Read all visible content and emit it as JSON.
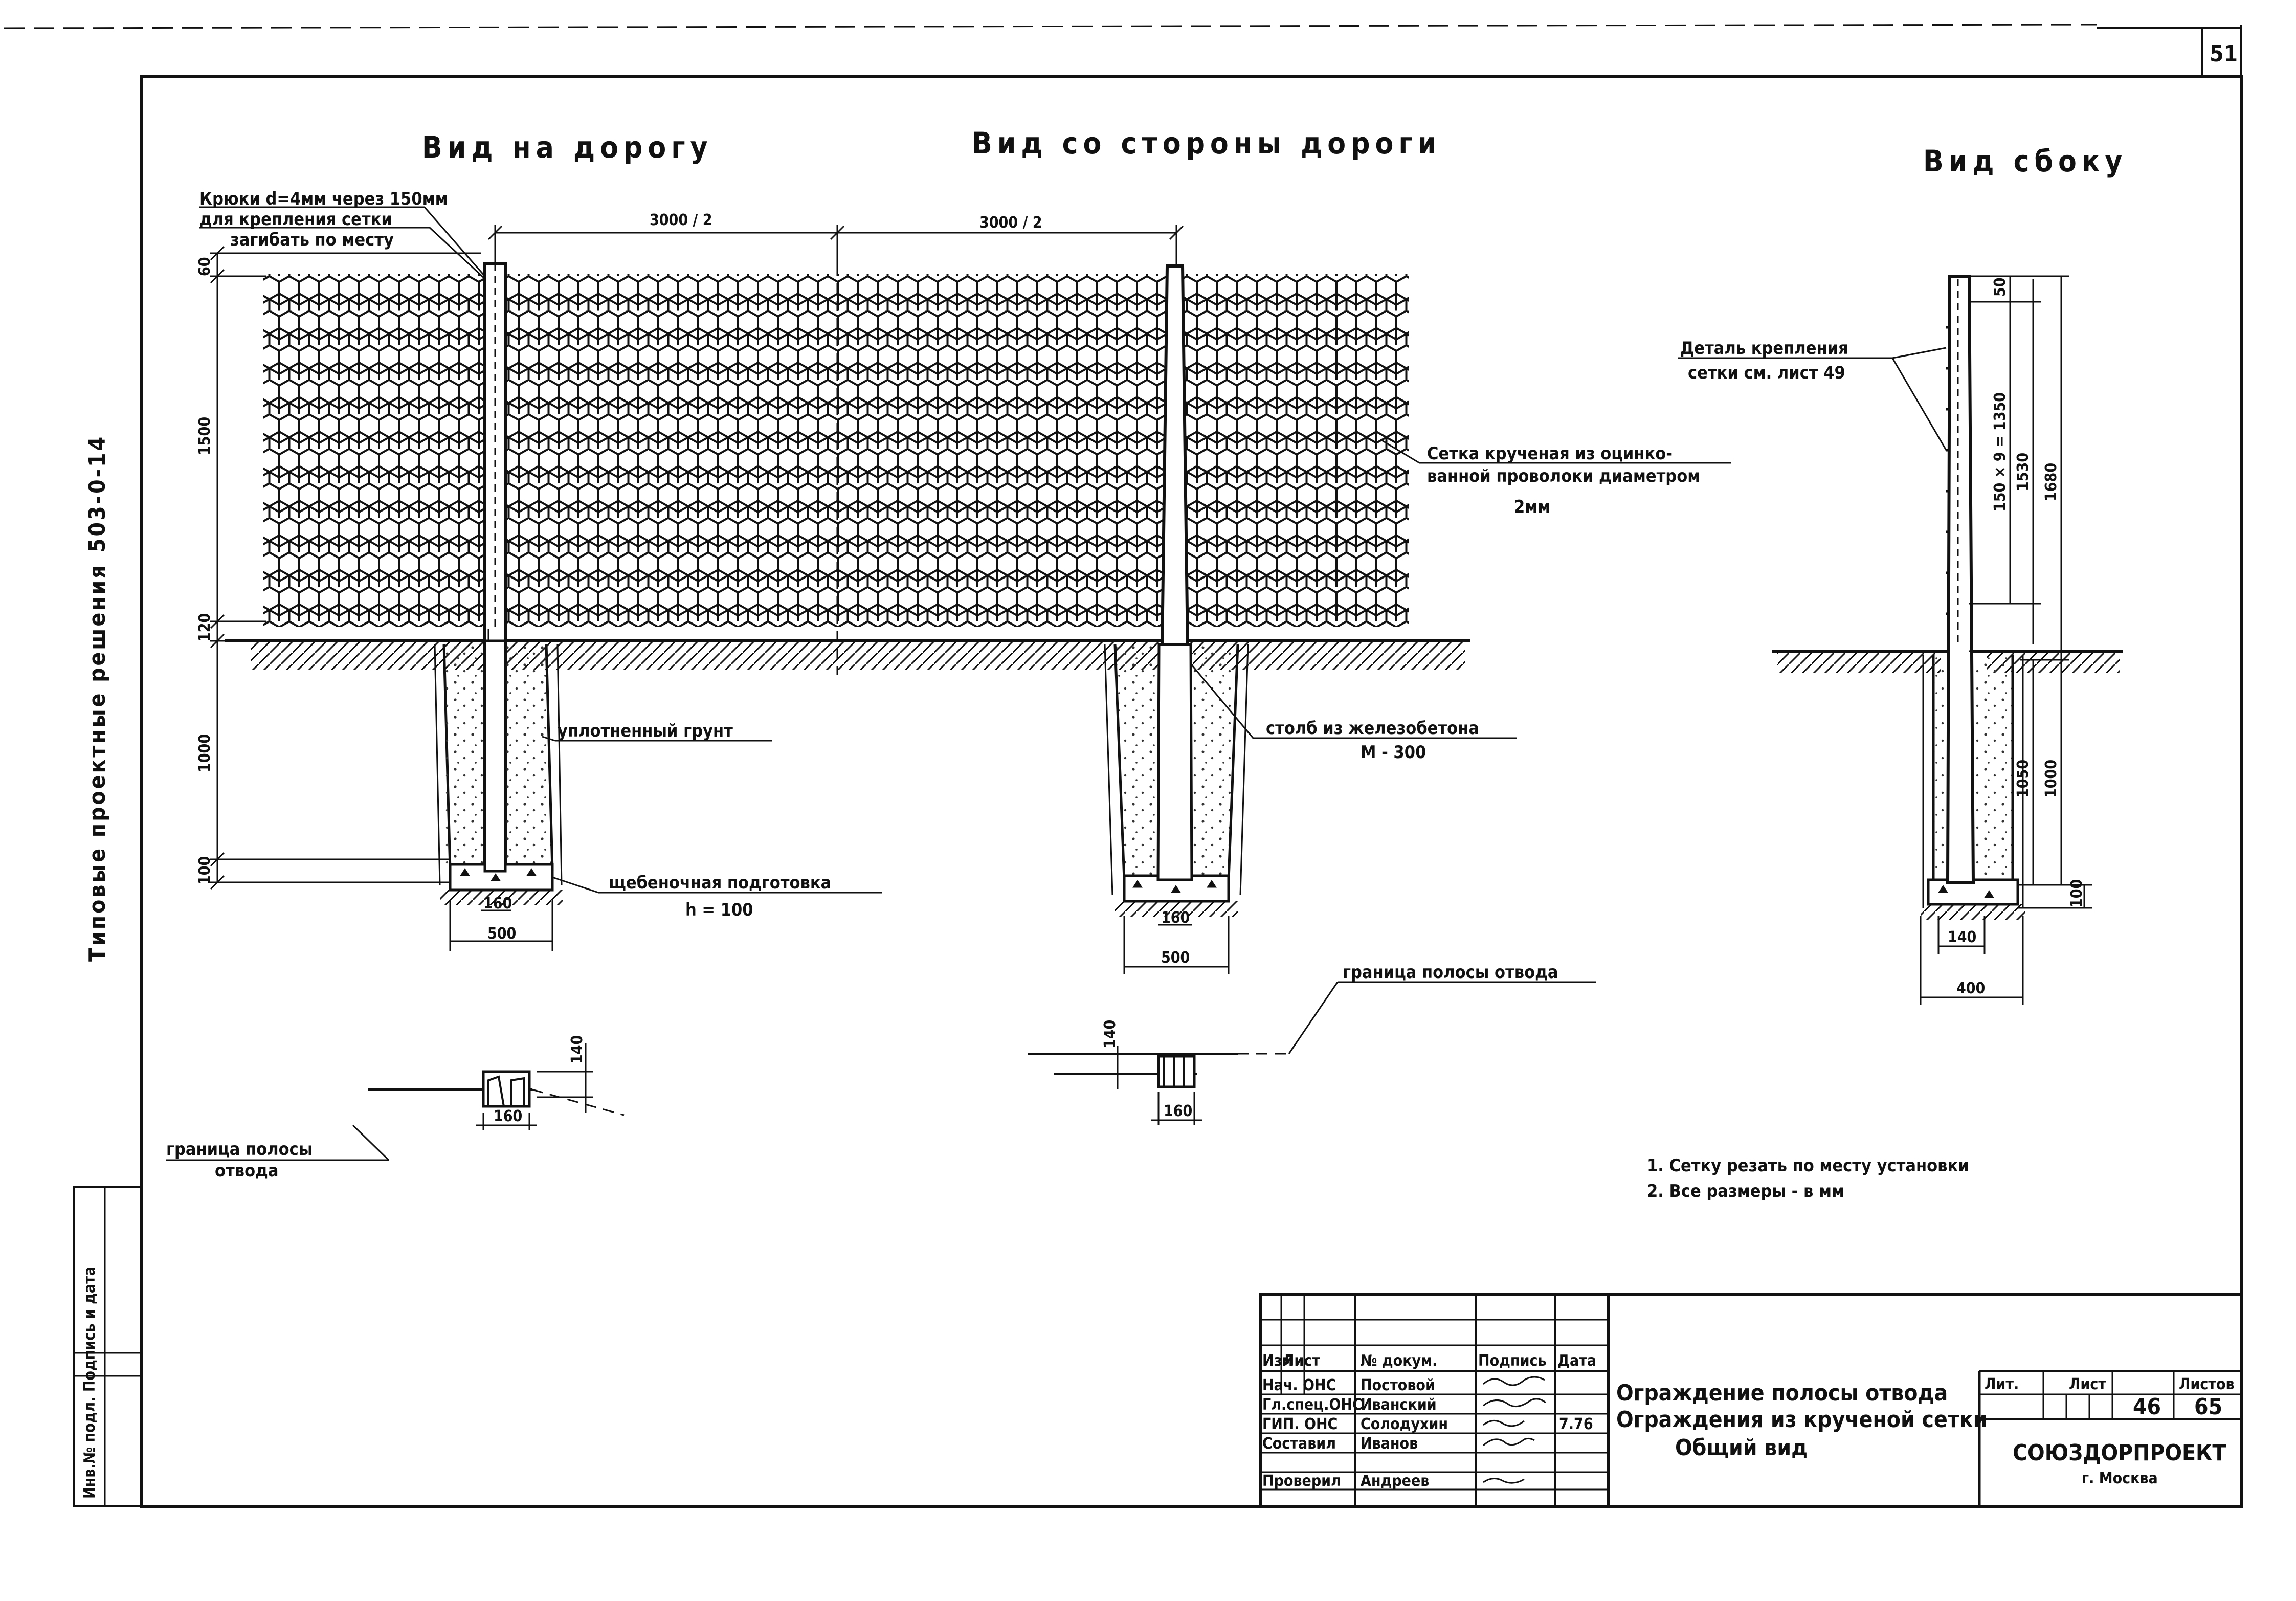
{
  "sheet": {
    "page_number": "51",
    "series_code": "503-0-14",
    "series_title": "Типовые проектные решения",
    "side_stamp": "Инв.№ подл. Подпись и дата"
  },
  "views": {
    "road_view": "Вид на дорогу",
    "from_road_view": "Вид со стороны дороги",
    "side_view": "Вид сбоку"
  },
  "annotations": {
    "hooks_1": "Крюки d=4мм через 150мм",
    "hooks_2": "для крепления сетки",
    "hooks_3": "загибать по месту",
    "mesh_1": "Сетка крученая из оцинко-",
    "mesh_2": "ванной проволоки диаметром",
    "mesh_3": "2мм",
    "soil": "уплотненный грунт",
    "post_1": "столб из железобетона",
    "post_2": "М - 300",
    "gravel_1": "щебеночная подготовка",
    "gravel_2": "h = 100",
    "detail_1": "Деталь крепления",
    "detail_2": "сетки см. лист 49",
    "border_left_1": "граница полосы",
    "border_left_2": "отвода",
    "border_right": "граница полосы отвода"
  },
  "dimensions": {
    "span_1": "3000 / 2",
    "span_2": "3000 / 2",
    "top_offset": "60",
    "mesh_height": "1500",
    "ground_gap": "120",
    "embed_depth": "1000",
    "gravel_h": "100",
    "post_width": "160",
    "pit_width_1": "500",
    "pit_width_2": "500",
    "side_top": "50",
    "side_hooks": "150 × 9 = 1350",
    "side_mesh": "1530",
    "side_total": "1680",
    "side_embed_1": "1050",
    "side_embed_2": "1000",
    "side_gravel": "100",
    "side_post": "140",
    "side_pit": "400",
    "plan_offset_1": "140",
    "plan_width_1": "160",
    "plan_offset_2": "140",
    "plan_width_2": "160"
  },
  "notes": {
    "note_1": "1. Сетку резать по месту установки",
    "note_2": "2. Все размеры - в мм"
  },
  "title_block": {
    "hdr_change": "Изм",
    "hdr_sheet": "Лист",
    "hdr_doc": "№ докум.",
    "hdr_sign": "Подпись",
    "hdr_date": "Дата",
    "roles": [
      "Нач. ОНС",
      "Гл.спец.ОНС",
      "ГИП. ОНС",
      "Составил",
      "Проверил"
    ],
    "names": [
      "Постовой",
      "Иванский",
      "Солодухин",
      "Иванов",
      "Андреев"
    ],
    "sign_date": "7.76",
    "title_1": "Ограждение полосы отвода",
    "title_2": "Ограждения из крученой сетки",
    "title_3": "Общий вид",
    "lit_label": "Лит.",
    "sheet_label": "Лист",
    "sheets_label": "Листов",
    "sheet_no": "46",
    "sheets_total": "65",
    "org_1": "СОЮЗДОРПРОЕКТ",
    "org_2": "г. Москва"
  }
}
